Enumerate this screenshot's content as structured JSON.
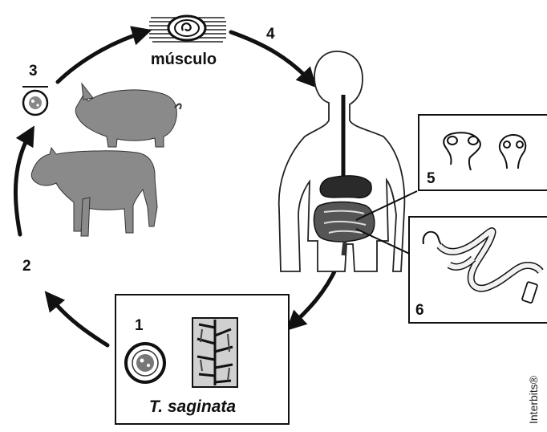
{
  "labels": {
    "muscle": "músculo",
    "species": "T. saginata",
    "credit": "Interbits®"
  },
  "steps": {
    "s1": "1",
    "s2": "2",
    "s3": "3",
    "s4": "4",
    "s5": "5",
    "s6": "6"
  },
  "colors": {
    "ink": "#111111",
    "animal": "#8a8a8a",
    "organ": "#2a2a2a",
    "segment": "#f2f2f2"
  }
}
